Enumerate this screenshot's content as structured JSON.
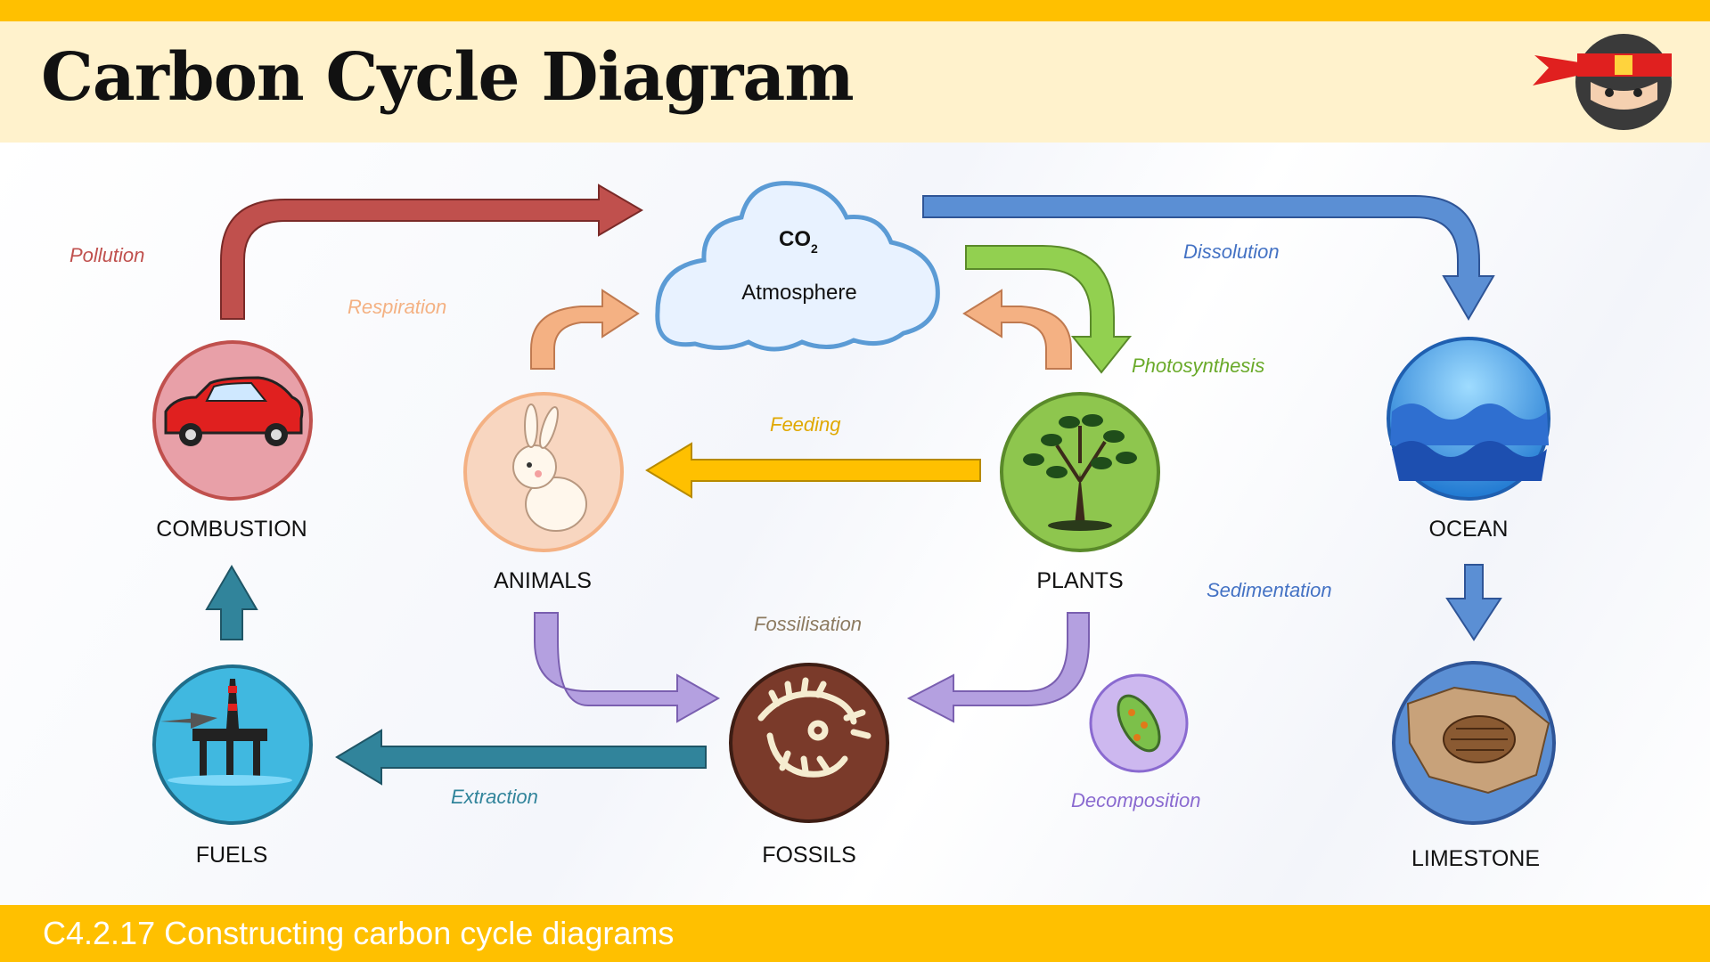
{
  "header": {
    "title": "Carbon Cycle Diagram"
  },
  "footer": {
    "text": "C4.2.17  Constructing carbon cycle diagrams"
  },
  "atmosphere": {
    "formula": "CO",
    "subscript": "2",
    "label": "Atmosphere"
  },
  "nodes": {
    "combustion": "COMBUSTION",
    "animals": "ANIMALS",
    "plants": "PLANTS",
    "ocean": "OCEAN",
    "fuels": "FUELS",
    "fossils": "FOSSILS",
    "limestone": "LIMESTONE"
  },
  "processes": {
    "pollution": "Pollution",
    "respiration": "Respiration",
    "photosynthesis": "Photosynthesis",
    "dissolution": "Dissolution",
    "feeding": "Feeding",
    "fossilisation": "Fossilisation",
    "sedimentation": "Sedimentation",
    "extraction": "Extraction",
    "decomposition": "Decomposition"
  },
  "colors": {
    "pollution": "#c0504d",
    "respiration": "#f4b183",
    "photosynthesis": "#92d050",
    "dissolution": "#4f81bd",
    "feeding": "#ffc000",
    "decay": "#b4a0e0",
    "extraction": "#31849b",
    "fossilisation": "#8c7a60",
    "sedimentation": "#4472c4",
    "decomposition": "#7030a0"
  }
}
